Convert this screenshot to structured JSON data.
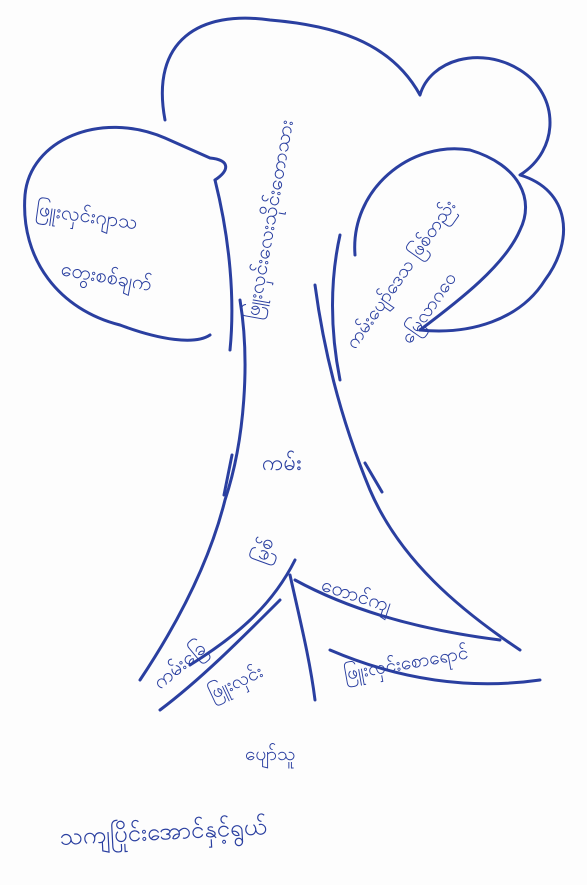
{
  "colors": {
    "ink": "#2a3fa0",
    "paper": "#fdfdfd"
  },
  "labels": {
    "left_canopy_line1": "ဖြူးလှင်းဂျာသ",
    "left_canopy_line2": "တွေးစစ်ချက်",
    "trunk_upper": "ဖြူးလှင်းလေးသိုင်းတောသား",
    "right_canopy_line1": "ကမ်းပျော်ဒေသ ဖြစ်တည်း",
    "right_canopy_line2": "မြေလာဂဝေ",
    "trunk_middle": "ကမ်း",
    "trunk_lower": "မြစ်",
    "root_left": "ကမ်းခြေ",
    "root_center_left": "ဖြူးလှင်း",
    "root_center_left_2": "ပျော်သူ",
    "root_right_upper": "တောင်ကျ",
    "root_right": "ဖြူးလှင်းစောရောင်",
    "title_bottom": "သကျပြိုင်းအောင်နှင့်ရွယ်"
  }
}
